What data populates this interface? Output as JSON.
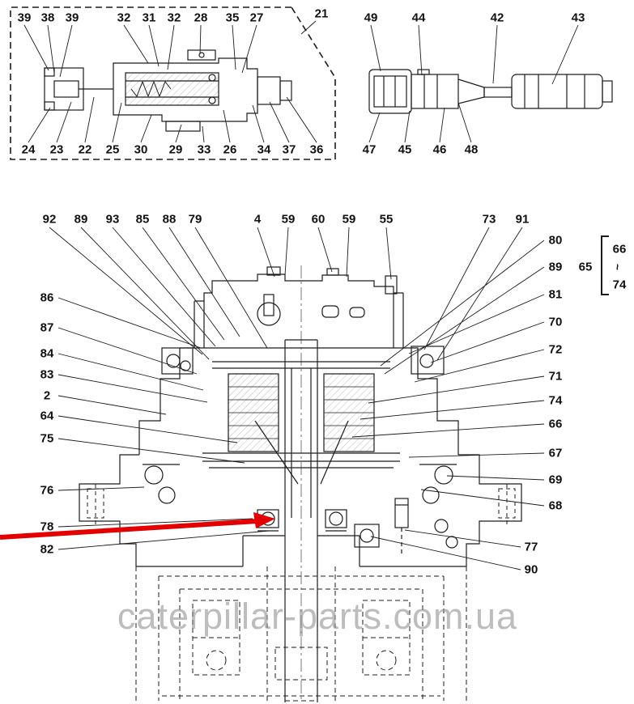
{
  "watermark": "caterpillar-parts.com.ua",
  "inset_valve": {
    "external_callout": "21",
    "top_callouts": [
      "39",
      "38",
      "39",
      "32",
      "31",
      "32",
      "28",
      "35",
      "27"
    ],
    "bottom_callouts": [
      "24",
      "23",
      "22",
      "25",
      "30",
      "29",
      "33",
      "26",
      "34",
      "37",
      "36"
    ]
  },
  "inset_spool": {
    "top_callouts": [
      "49",
      "44",
      "42",
      "43"
    ],
    "bottom_callouts": [
      "47",
      "45",
      "46",
      "48"
    ]
  },
  "main_view": {
    "top_callouts": [
      "92",
      "89",
      "93",
      "85",
      "88",
      "79",
      "4",
      "59",
      "60",
      "59",
      "55",
      "73",
      "91"
    ],
    "left_callouts": [
      "86",
      "87",
      "84",
      "83",
      "2",
      "64",
      "75",
      "76",
      "78",
      "82"
    ],
    "right_callouts": [
      "80",
      "89",
      "81",
      "70",
      "72",
      "71",
      "74",
      "66",
      "67",
      "69",
      "68",
      "77",
      "90"
    ],
    "group": {
      "label": "65",
      "start": "66",
      "tilde": "~",
      "end": "74"
    }
  }
}
